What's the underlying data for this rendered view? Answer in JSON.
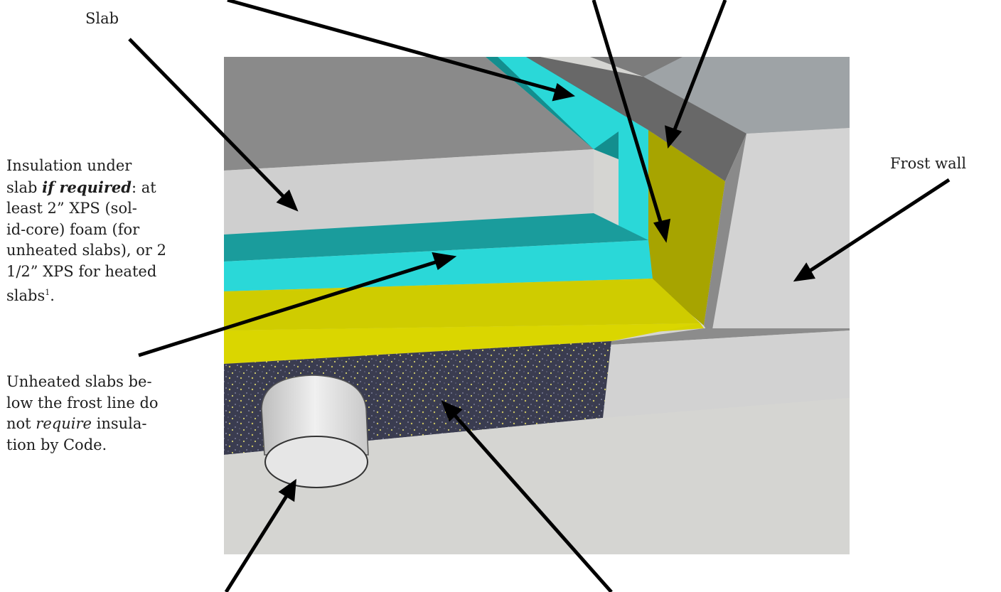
{
  "labels": {
    "slab": "Slab",
    "frost_wall": "Frost wall",
    "insulation": {
      "line1": "Insulation under",
      "line2_pre": "slab ",
      "line2_emph": "if required",
      "line2_post": ": at",
      "line3": "least 2” XPS (sol-",
      "line4": "id-core) foam (for",
      "line5": "unheated slabs), or 2",
      "line6": "1/2” XPS for heated",
      "line7": "slabs",
      "footnote": "1",
      "line7_end": "."
    },
    "unheated": {
      "line1": "Unheated slabs be-",
      "line2": "low the frost line do",
      "line3_pre": "not ",
      "line3_emph": "require",
      "line3_post": " insula-",
      "line4": "tion by Code."
    }
  },
  "colors": {
    "foam": "#29d6d6",
    "foam_dark": "#138e8e",
    "barrier": "#d8d400",
    "barrier_dark": "#8c8a00",
    "concrete": "#cfcfcf",
    "concrete_dark": "#737373",
    "sky": "#8a8a8a",
    "gravel": "#3a3d52",
    "arrow": "#000000"
  }
}
